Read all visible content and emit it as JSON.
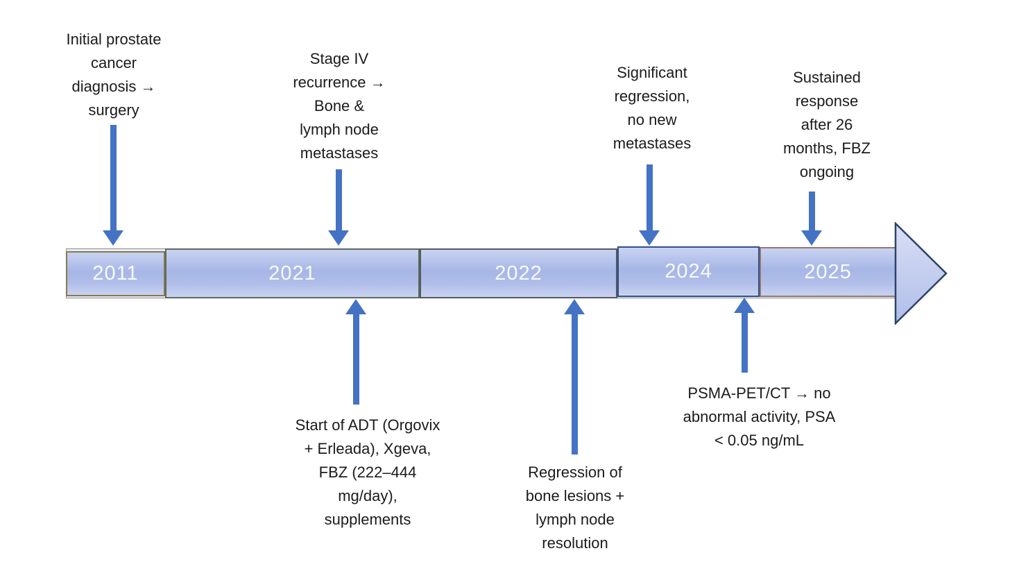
{
  "figure_type": "timeline-diagram",
  "timeline": {
    "segments": [
      {
        "label": "2011",
        "border_color": "#8a7848"
      },
      {
        "label": "2021",
        "border_color": "#5d6a5e"
      },
      {
        "label": "2022",
        "border_color": "#55585f"
      },
      {
        "label": "2024",
        "border_color": "#2f4f87"
      },
      {
        "label": "2025",
        "border_color": "#95786a"
      }
    ]
  },
  "annotations_top": [
    {
      "points_to": "2011",
      "text": "Initial prostate\ncancer\ndiagnosis →\nsurgery"
    },
    {
      "points_to": "2021",
      "text": "Stage IV\nrecurrence →\nBone &\nlymph node\nmetastases"
    },
    {
      "points_to": "2024",
      "text": "Significant\nregression,\nno new\nmetastases"
    },
    {
      "points_to": "2025",
      "text": "Sustained\nresponse\nafter 26\nmonths, FBZ\nongoing"
    }
  ],
  "annotations_bottom": [
    {
      "points_to": "2021",
      "text": "Start of ADT (Orgovix\n+ Erleada), Xgeva,\nFBZ (222–444\nmg/day),\nsupplements"
    },
    {
      "points_to": "2022",
      "text": "Regression of\nbone lesions +\nlymph node\nresolution"
    },
    {
      "points_to": "2024",
      "text": "PSMA-PET/CT → no\nabnormal activity, PSA\n< 0.05 ng/mL"
    }
  ],
  "colors": {
    "accent_arrow_blue": "#4472c4",
    "bar_fill_light": "#c9d3f1",
    "bar_fill_mid": "#a7b6e6",
    "arrowhead_fill_light": "#d9dff5",
    "arrowhead_fill_dark": "#b0bde9",
    "arrowhead_border": "#2c4268",
    "year_text": "#f8f9fd",
    "annotation_text": "#1b1b1b"
  }
}
